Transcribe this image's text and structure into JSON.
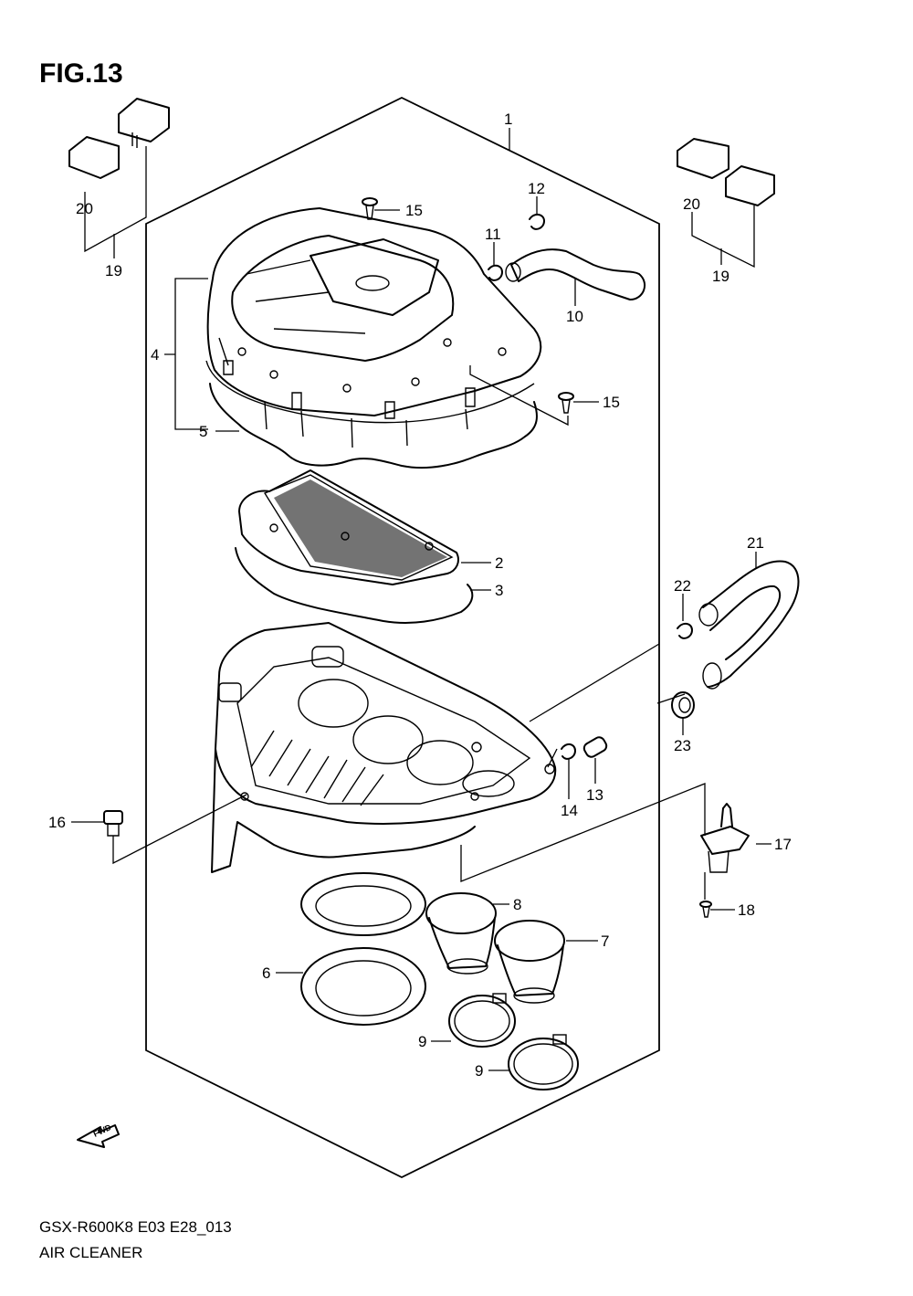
{
  "figure": {
    "title": "FIG.13",
    "code": "GSX-R600K8 E03 E28_013",
    "name": "AIR CLEANER",
    "direction_label": "FWD"
  },
  "callouts": {
    "c1": "1",
    "c2": "2",
    "c3": "3",
    "c4": "4",
    "c5": "5",
    "c6": "6",
    "c7": "7",
    "c8": "8",
    "c9a": "9",
    "c9b": "9",
    "c10": "10",
    "c11": "11",
    "c12": "12",
    "c13": "13",
    "c14": "14",
    "c15a": "15",
    "c15b": "15",
    "c16": "16",
    "c17": "17",
    "c18": "18",
    "c19a": "19",
    "c19b": "19",
    "c20a": "20",
    "c20b": "20",
    "c21": "21",
    "c22": "22",
    "c23": "23"
  }
}
